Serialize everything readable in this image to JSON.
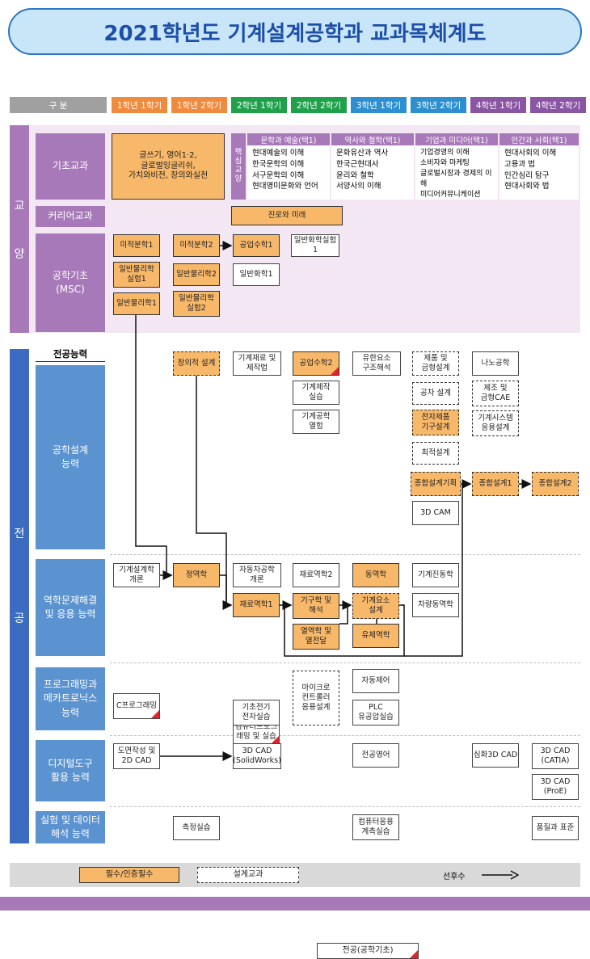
{
  "title": "2021학년도 기계설계공학과 교과목체계도",
  "header": {
    "gubun": "구  분",
    "semesters": [
      "1학년 1학기",
      "1학년 2학기",
      "2학년 1학기",
      "2학년 2학기",
      "3학년 1학기",
      "3학년 2학기",
      "4학년 1학기",
      "4학년 2학기"
    ]
  },
  "colors": {
    "y1": "#f08a3c",
    "y2": "#1fa04b",
    "y3": "#2e8fd0",
    "y4": "#8a55a3",
    "liberal": "#a879b9",
    "major": "#5b93d0",
    "required": "#f8b86a",
    "red_corner": "#e0242c"
  },
  "sections": {
    "gyoyang": [
      "교",
      "양"
    ],
    "jeongong": [
      "전",
      "공"
    ]
  },
  "liberal": {
    "basic_label": "기초교과",
    "basic_box": "글쓰기, 영어1·2,\n글로벌잉글리쉬,\n가치와비전, 창의와실천",
    "core_label": "핵\n심\n교\n양",
    "areas": [
      {
        "title": "문학과 예술(택1)",
        "items": [
          "현대예술의 이해",
          "한국문학의 이해",
          "서구문학의 이해",
          "현대영미문화와 언어"
        ]
      },
      {
        "title": "역사와 철학(택1)",
        "items": [
          "문화유산과 역사",
          "한국근현대사",
          "윤리와 철학",
          "서양사의 이해"
        ]
      },
      {
        "title": "기업과 미디어(택1)",
        "items": [
          "기업경영의 이해",
          "소비자와 마케팅",
          "글로벌시장과 경제의 이해",
          "미디어커뮤니케이션"
        ]
      },
      {
        "title": "인간과 사회(택1)",
        "items": [
          "현대사회의 이해",
          "고용과 법",
          "인간심리 탐구",
          "현대사회와 법"
        ]
      }
    ],
    "career_label": "커리어교과",
    "career_box": "진로와 미래",
    "msc_label": "공학기초\n(MSC)",
    "msc": [
      "미적분학1",
      "일반물리학\n실험1",
      "일반물리학1",
      "미적분학2",
      "일반물리학2",
      "일반물리학\n실험2",
      "공업수학1",
      "일반화학1",
      "일반화학실험1"
    ]
  },
  "major": {
    "competency_header": "전공능력",
    "rows": [
      {
        "label": "공학설계\n능력"
      },
      {
        "label": "역학문제해결\n및 응용 능력"
      },
      {
        "label": "프로그래밍과\n메카트로닉스\n능력"
      },
      {
        "label": "디지털도구\n활용 능력"
      },
      {
        "label": "실험 및 데이터\n해석 능력"
      }
    ],
    "design": [
      "창의적 설계",
      "기계재료 및\n제작법",
      "공업수학2",
      "기계제작\n실습",
      "기계공학\n열험",
      "유한요소\n구조해석",
      "제품 및\n금형설계",
      "공차 설계",
      "전자제품\n기구설계",
      "최적설계",
      "종합설계기획",
      "3D CAM",
      "나노공학",
      "제조 및\n금형CAE",
      "기계시스템\n응용설계",
      "종합설계1",
      "종합설계2"
    ],
    "mechanics": [
      "기계설계학\n개론",
      "정역학",
      "자동차공학\n개론",
      "재료역학1",
      "재료역학2",
      "기구학 및\n해석",
      "열역학 및\n열전달",
      "동역학",
      "기계요소\n설계",
      "유체역학",
      "기계진동학",
      "차량동역학"
    ],
    "programming": [
      "C프로그래밍",
      "컴퓨터프로그\n래밍 및 실습",
      "기초전기\n전자실습",
      "마이크로\n컨트롤러\n응용설계",
      "자동제어",
      "PLC\n유공압실습"
    ],
    "digital": [
      "도면작성 및\n2D CAD",
      "3D CAD\n(SolidWorks)",
      "전공영어",
      "심화3D CAD",
      "3D CAD\n(CATIA)",
      "3D CAD\n(ProE)"
    ],
    "lab": [
      "측정실습",
      "컴퓨터응용\n계측실습",
      "품질과 표준"
    ]
  },
  "legend": {
    "required": "필수/인증필수",
    "design": "설계교과",
    "major_basic": "전공(공학기초)",
    "prereq": "선후수"
  }
}
